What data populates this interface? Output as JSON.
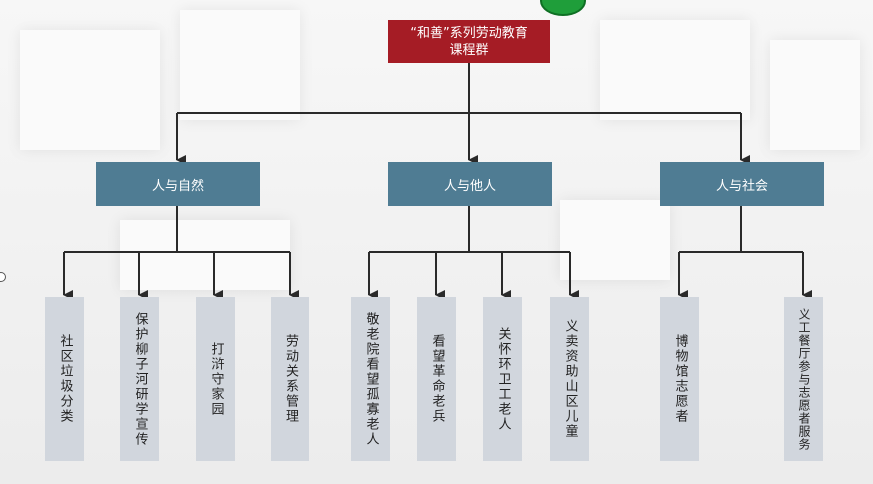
{
  "root": {
    "line1": "“和善”系列劳动教育",
    "line2": "课程群"
  },
  "categories": [
    {
      "label": "人与自然"
    },
    {
      "label": "人与他人"
    },
    {
      "label": "人与社会"
    }
  ],
  "leaves": [
    {
      "label": "社区垃圾分类"
    },
    {
      "label": "保护柳子河研学宣传"
    },
    {
      "label": "打浒守家园"
    },
    {
      "label": "劳动关系管理"
    },
    {
      "label": "敬老院看望孤寡老人"
    },
    {
      "label": "看望革命老兵"
    },
    {
      "label": "关怀环卫工老人"
    },
    {
      "label": "义卖资助山区儿童"
    },
    {
      "label": "博物馆志愿者"
    },
    {
      "label": "义工餐厅参与志愿者服务"
    }
  ]
}
